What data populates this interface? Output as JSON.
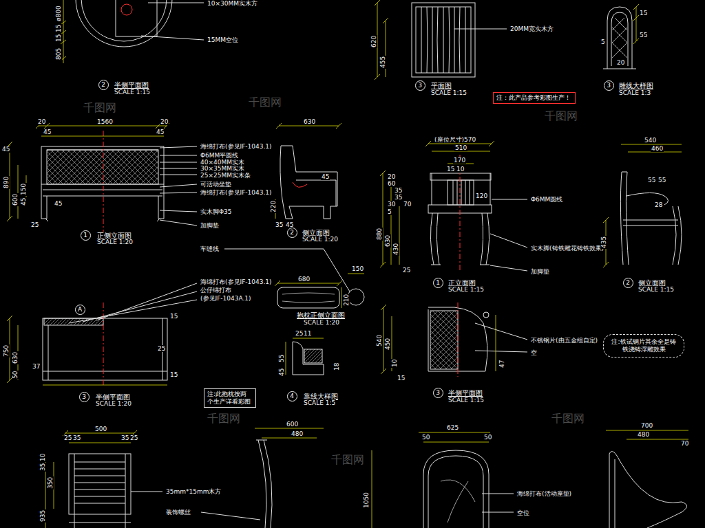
{
  "diagram": {
    "nodes": [
      {
        "text": [
          "2"
        ]
      },
      {
        "text": [
          "3"
        ]
      },
      {
        "text": [
          "3"
        ]
      },
      {
        "text": [
          "1"
        ]
      },
      {
        "text": [
          "2"
        ]
      },
      {
        "text": [
          "3"
        ]
      },
      {
        "text": [
          "4"
        ]
      },
      {
        "text": [
          "1"
        ]
      },
      {
        "text": [
          "2"
        ]
      },
      {
        "text": [
          "3"
        ]
      },
      {
        "text": [
          "A"
        ]
      },
      {
        "text": [
          "注：此产品参考彩图生产！"
        ]
      },
      {
        "text": [
          "注:此抱枕按两个生产详看彩图"
        ]
      },
      {
        "text": [
          "注:铁试钢片其余全是铸铁浇铸浮雕效果"
        ]
      }
    ],
    "labels": [
      "ø800",
      "15",
      "15",
      "805",
      "10×30MM实木方",
      "15MM空位",
      "半侧平面图",
      "SCALE 1:15",
      "620",
      "455",
      "20MM宽实木方",
      "平面图",
      "SCALE 1:15",
      "15",
      "55",
      "5",
      "20",
      "雕线大样图",
      "SCALE 1:3",
      "1560",
      "20",
      "20",
      "45",
      "45",
      "45",
      "890",
      "600",
      "150",
      "45",
      "45",
      "25",
      "海绵打布(参见IF-1043.1)",
      "Φ6MM平圆线",
      "40×40MM实木",
      "30×35MM实木",
      "25×25MM实木条",
      "可活动坐垫",
      "海绵打布(参见IF-1043.1)",
      "实木脚Φ35",
      "加脚垫",
      "正侧立面图",
      "SCALE 1:20",
      "630",
      "45",
      "220",
      "35",
      "45",
      "侧立面图",
      "SCALE 1:20",
      "车缝线",
      "海绵打布(参见IF-1043.1)",
      "公仔绵打布",
      "(参见IF-1043A.1)",
      "15",
      "750",
      "630",
      "25",
      "37",
      "50",
      "15",
      "半侧平面图",
      "SCALE 1:20",
      "680",
      "210",
      "150",
      "抱枕正侧立面图",
      "SCALE 1:20",
      "25",
      "11",
      "55",
      "45",
      "18",
      "靠线大样图",
      "SCALE 1:5",
      "(座位尺寸)570",
      "510",
      "170",
      "15",
      "10",
      "120",
      "20",
      "60",
      "35",
      "35",
      "30",
      "70",
      "5",
      "880",
      "630",
      "430",
      "25",
      "Φ6MM圆线",
      "实木脚(铸铁雕花铸铁效果)",
      "加脚垫",
      "正立面图",
      "SCALE 1:15",
      "540",
      "460",
      "55",
      "55",
      "28",
      "435",
      "侧立面图",
      "SCALE 1:15",
      "540",
      "450",
      "10",
      "15",
      "47",
      "不锈钢片(由五金组自定)",
      "空",
      "半侧平面图",
      "SCALE 1:15",
      "500",
      "25",
      "35",
      "35",
      "25",
      "10",
      "35",
      "350",
      "935",
      "35mm*15mm木方",
      "装饰螺丝",
      "600",
      "480",
      "625",
      "50",
      "50",
      "1050",
      "海绵打布(活动座垫)",
      "空位",
      "700",
      "480",
      "70",
      "千图网",
      "千图网",
      "千图网",
      "千图网",
      "千图网",
      "千图网"
    ]
  }
}
